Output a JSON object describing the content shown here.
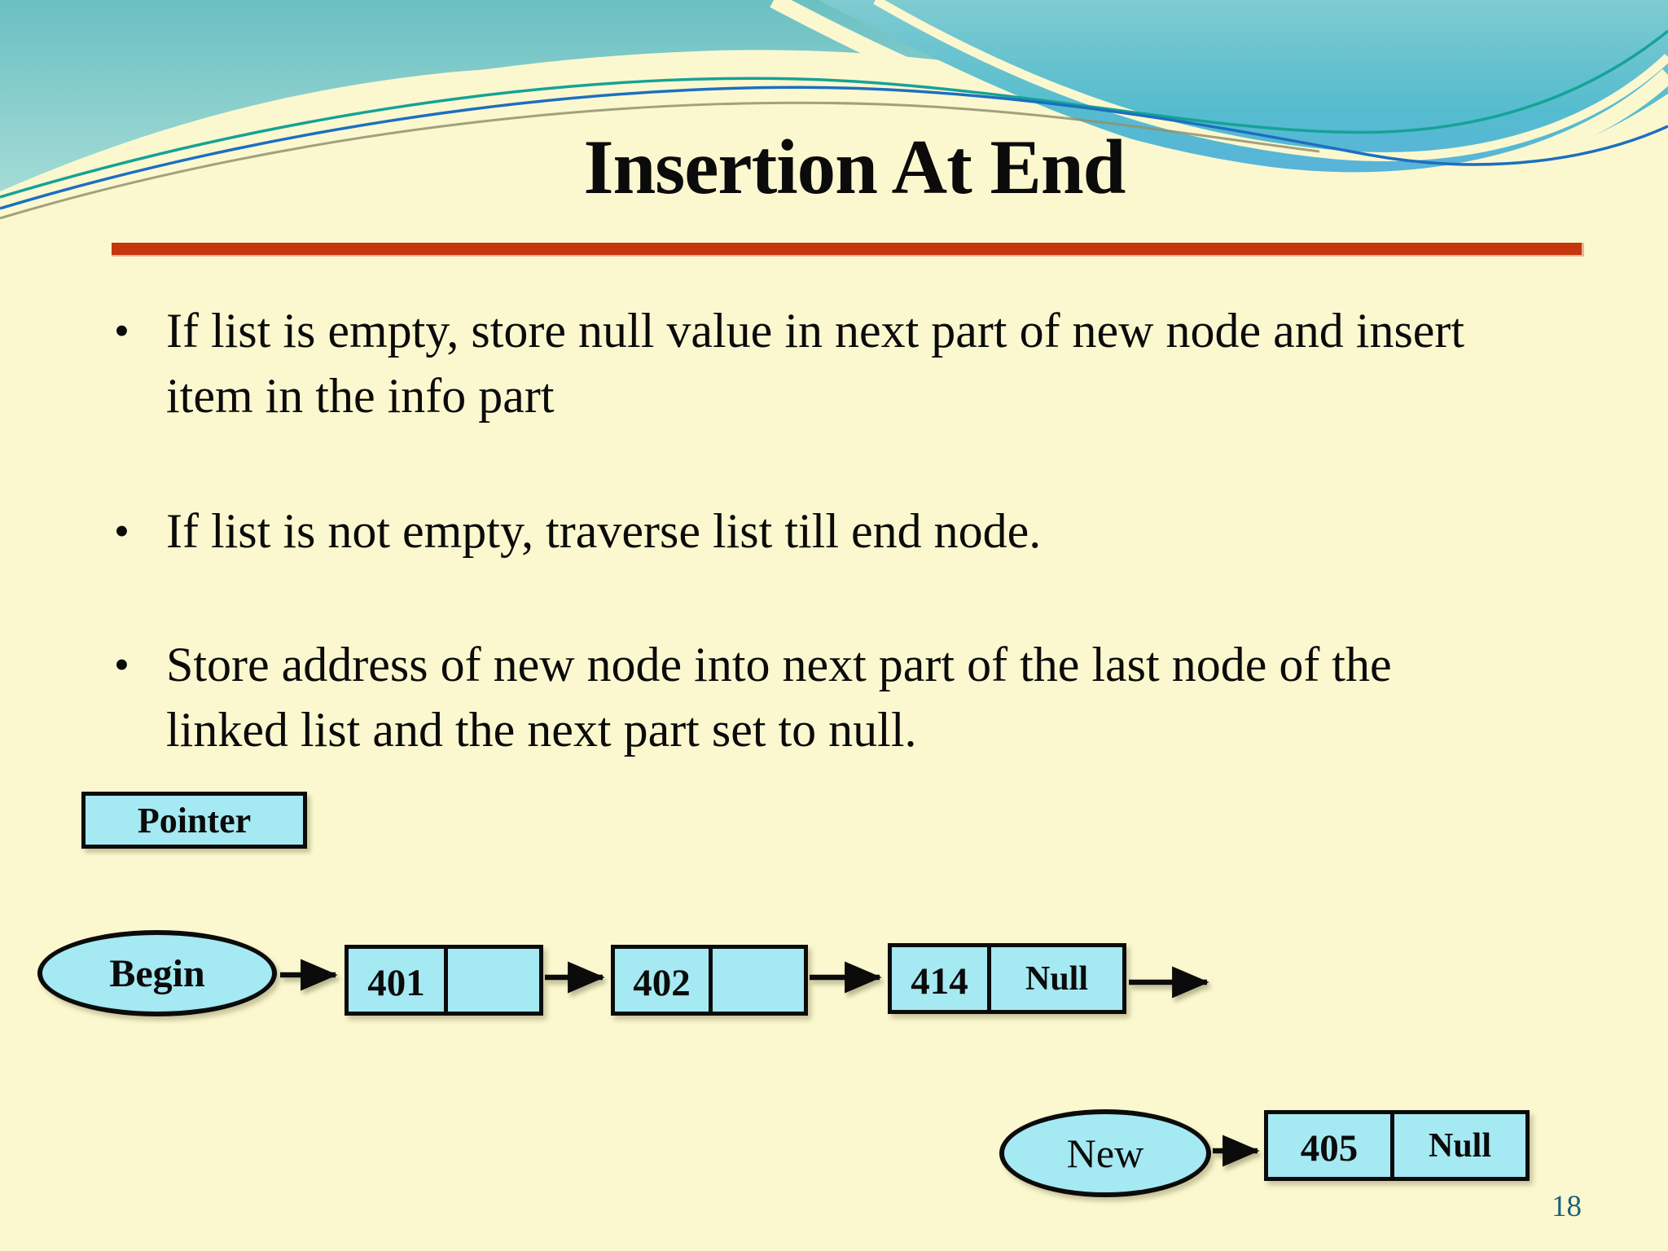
{
  "slide": {
    "title": "Insertion At End",
    "page_number": "18",
    "bullet_char": "•"
  },
  "bullets": [
    {
      "line1": "If list is empty, store null value in next part of new node and insert",
      "line2": "item in the info part"
    },
    {
      "line1": "If list is not empty, traverse list till end node.",
      "line2": ""
    },
    {
      "line1": "Store address of new node into next part of the last node of the",
      "line2": "linked list and the next part set to null."
    }
  ],
  "pointer": {
    "label": "Pointer"
  },
  "diagram": {
    "begin": {
      "label": "Begin"
    },
    "list_nodes": [
      {
        "info": "401",
        "next": ""
      },
      {
        "info": "402",
        "next": ""
      },
      {
        "info": "414",
        "next": "Null"
      }
    ],
    "new": {
      "label": "New"
    },
    "new_node": {
      "info": "405",
      "next": "Null"
    }
  },
  "colors": {
    "background": "#FBF8CF",
    "node_fill": "#A5E9F2",
    "accent_rule": "#C5360C",
    "wave_teal": "#6BC0C2",
    "wave_band": "#55BCCF",
    "line_green": "#16A296",
    "line_blue": "#1C6FC0",
    "line_olive": "#90926F",
    "page_number_color": "#1D6078"
  }
}
